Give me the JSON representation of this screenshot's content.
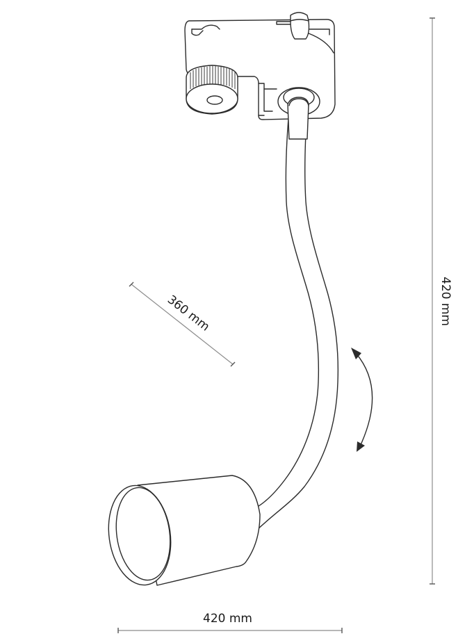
{
  "diagram": {
    "subject": "Track light spot with flexible arm",
    "line_color": "#2b2b2b",
    "dimension_color": "#8c8c8c",
    "components": {
      "track_adapter": "track-adapter",
      "knob": "locking-knob",
      "flexible_arm": "flexible-gooseneck-arm",
      "lamp_shade": "cylindrical-shade",
      "rotation_arrow": "double-headed-curved-arrow"
    }
  },
  "dimensions": {
    "arm_length": {
      "value": 360,
      "unit": "mm",
      "label": "360 mm"
    },
    "height": {
      "value": 420,
      "unit": "mm",
      "label": "420 mm"
    },
    "width": {
      "value": 420,
      "unit": "mm",
      "label": "420 mm"
    }
  }
}
